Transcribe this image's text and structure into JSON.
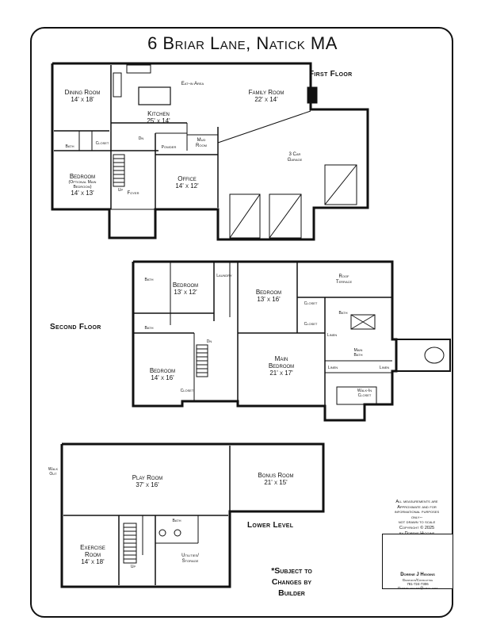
{
  "title": "6 Briar Lane, Natick MA",
  "floors": {
    "first": "First Floor",
    "second": "Second Floor",
    "lower": "Lower Level"
  },
  "first_floor": {
    "dining_name": "Dining Room",
    "dining_size": "14' x 18'",
    "eatin": "Eat-in Area",
    "kitchen_name": "Kitchen",
    "kitchen_size": "25' x 14'",
    "family_name": "Family Room",
    "family_size": "22' x 14'",
    "bath": "Bath",
    "closet": "Closet",
    "powder": "Powder",
    "mud": "Mud Room",
    "garage": "3 Car Garage",
    "bedroom_name": "Bedroom",
    "bedroom_note": "(Optional Main Bedroom)",
    "bedroom_size": "14' x 13'",
    "office_name": "Office",
    "office_size": "14' x 12'",
    "foyer": "Foyer",
    "up": "Up",
    "dn": "Dn"
  },
  "second_floor": {
    "bath": "Bath",
    "bedroom1_name": "Bedroom",
    "bedroom1_size": "13' x 12'",
    "laundry": "Laundry",
    "bedroom2_name": "Bedroom",
    "bedroom2_size": "13' x 16'",
    "roof_terrace": "Roof Terrace",
    "closet": "Closet",
    "bath2": "Bath",
    "bath3": "Bath",
    "linen": "Linen",
    "main_bath": "Main Bath",
    "bedroom3_name": "Bedroom",
    "bedroom3_size": "14' x 16'",
    "closet3": "Closet",
    "main_bedroom_name": "Main Bedroom",
    "main_bedroom_size": "21' x 17'",
    "linen2": "Linen",
    "linen3": "Linen",
    "walkin": "Walk-In Closet",
    "dn": "Dn"
  },
  "lower_level": {
    "walk_out": "Walk Out",
    "play_name": "Play Room",
    "play_size": "37' x 16'",
    "bonus_name": "Bonus Room",
    "bonus_size": "21' x 15'",
    "exercise_name": "Exercise Room",
    "exercise_size": "14' x 18'",
    "bath": "Bath",
    "utilities": "Utilities/ Storage",
    "up": "Up"
  },
  "notes": [
    "All measurements are",
    "Approximate and for",
    "informational purposes",
    "only--",
    "not drawn to scale",
    "Copyright © 2025",
    "by Dorene Higgins"
  ],
  "subject": [
    "*Subject to",
    "Changes by",
    "Builder"
  ],
  "logo": {
    "name": "Dorene J Higgins",
    "line1": "Graphics/Consulting",
    "line2": "781-724-7306",
    "line3": "Dorene.higgins@gmail.com"
  }
}
